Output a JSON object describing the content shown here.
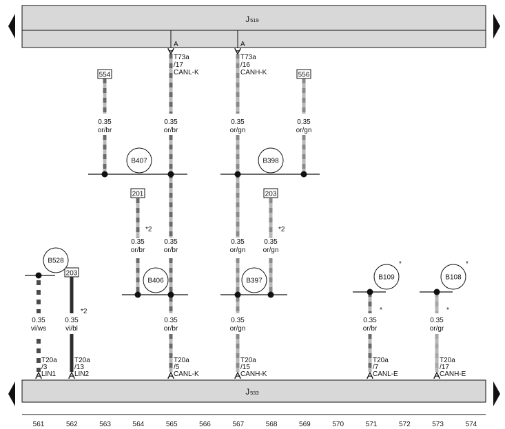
{
  "colors": {
    "bar_fill": "#d8d8d8",
    "line": "#111111",
    "orange": "#b8b8b8",
    "brown": "#6a6a6a",
    "green": "#8a8a8a",
    "grey": "#a6a6a6",
    "violet": "#4a4a4a",
    "white": "#ffffff",
    "blue": "#2e2e2e"
  },
  "icons": {
    "left_arrow": "left-triangle-icon",
    "right_arrow": "right-triangle-icon",
    "connector": "pin-connector-icon",
    "junction": "junction-dot-icon"
  },
  "top_bar": {
    "label": "J",
    "sub": "519"
  },
  "bottom_bar": {
    "label": "J",
    "sub": "533"
  },
  "pin_marker": "A",
  "top_connectors": [
    {
      "lines": [
        "T73a",
        "/17",
        "CANL-K"
      ]
    },
    {
      "lines": [
        "T73a",
        "/16",
        "CANH-K"
      ]
    }
  ],
  "refs": [
    "554",
    "556",
    "201",
    "203",
    "203"
  ],
  "nodes": [
    "B407",
    "B398",
    "B406",
    "B397",
    "B528",
    "B109",
    "B108"
  ],
  "stars": [
    "*",
    "*",
    "*",
    "*"
  ],
  "star_notes": [
    "*2",
    "*2",
    "*2"
  ],
  "wire_labels": [
    {
      "size": "0.35",
      "color": "or/br"
    },
    {
      "size": "0.35",
      "color": "or/br"
    },
    {
      "size": "0.35",
      "color": "or/gn"
    },
    {
      "size": "0.35",
      "color": "or/gn"
    },
    {
      "size": "0.35",
      "color": "or/br"
    },
    {
      "size": "0.35",
      "color": "or/br"
    },
    {
      "size": "0.35",
      "color": "or/gn"
    },
    {
      "size": "0.35",
      "color": "or/gn"
    },
    {
      "size": "0.35",
      "color": "vi/ws"
    },
    {
      "size": "0.35",
      "color": "vi/bl"
    },
    {
      "size": "0.35",
      "color": "or/br"
    },
    {
      "size": "0.35",
      "color": "or/gn"
    },
    {
      "size": "0.35",
      "color": "or/br"
    },
    {
      "size": "0.35",
      "color": "or/gr"
    }
  ],
  "bottom_connectors": [
    {
      "lines": [
        "T20a",
        "/3",
        "LIN1"
      ]
    },
    {
      "lines": [
        "T20a",
        "/13",
        "LIN2"
      ]
    },
    {
      "lines": [
        "T20a",
        "/5",
        "CANL-K"
      ]
    },
    {
      "lines": [
        "T20a",
        "/15",
        "CANH-K"
      ]
    },
    {
      "lines": [
        "T20a",
        "/7",
        "CANL-E"
      ]
    },
    {
      "lines": [
        "T20a",
        "/17",
        "CANH-E"
      ]
    }
  ],
  "track_numbers": [
    "561",
    "562",
    "563",
    "564",
    "565",
    "566",
    "567",
    "568",
    "569",
    "570",
    "571",
    "572",
    "573",
    "574"
  ]
}
